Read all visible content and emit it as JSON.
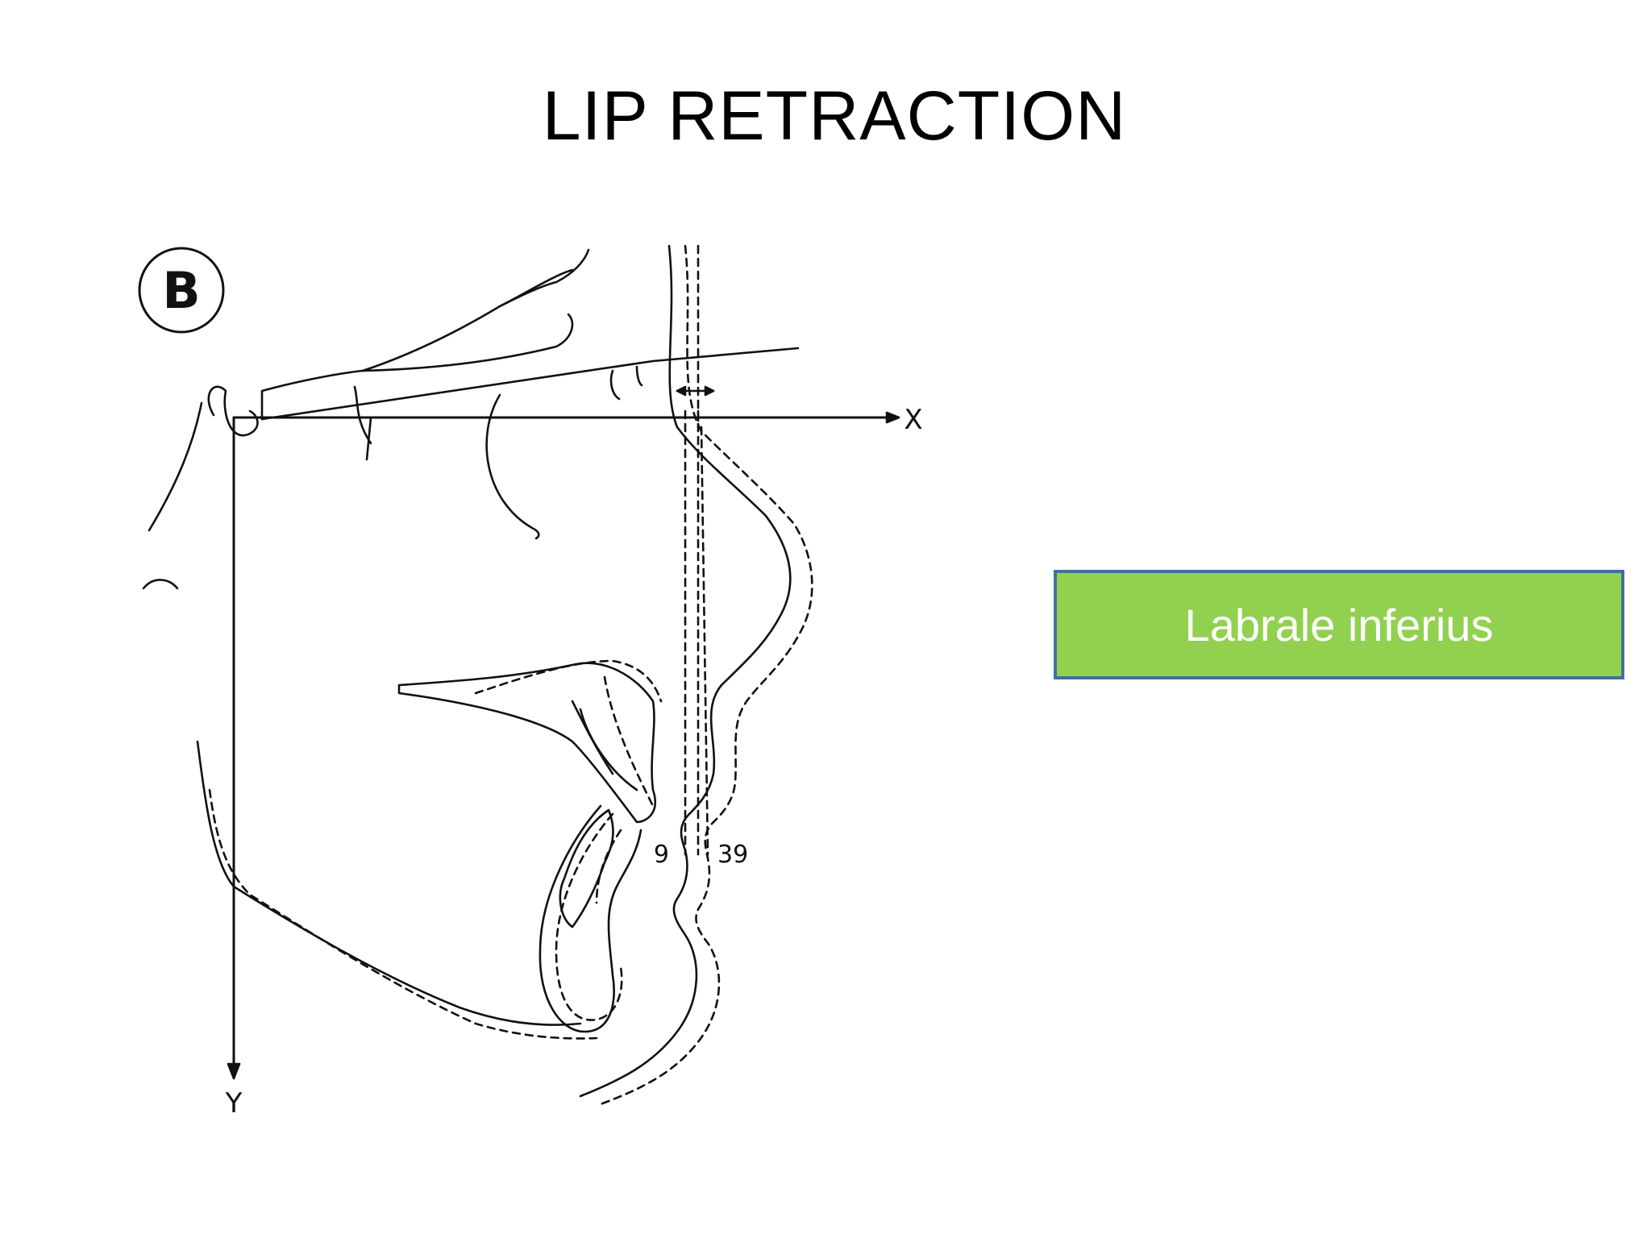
{
  "title": "LIP RETRACTION",
  "diagram": {
    "panel_label": "B",
    "axis_x_label": "X",
    "axis_y_label": "Y",
    "measure_left": "9",
    "measure_right": "39"
  },
  "callout": {
    "text": "Labrale inferius",
    "fill_color": "#92d050",
    "border_color": "#41719c"
  }
}
